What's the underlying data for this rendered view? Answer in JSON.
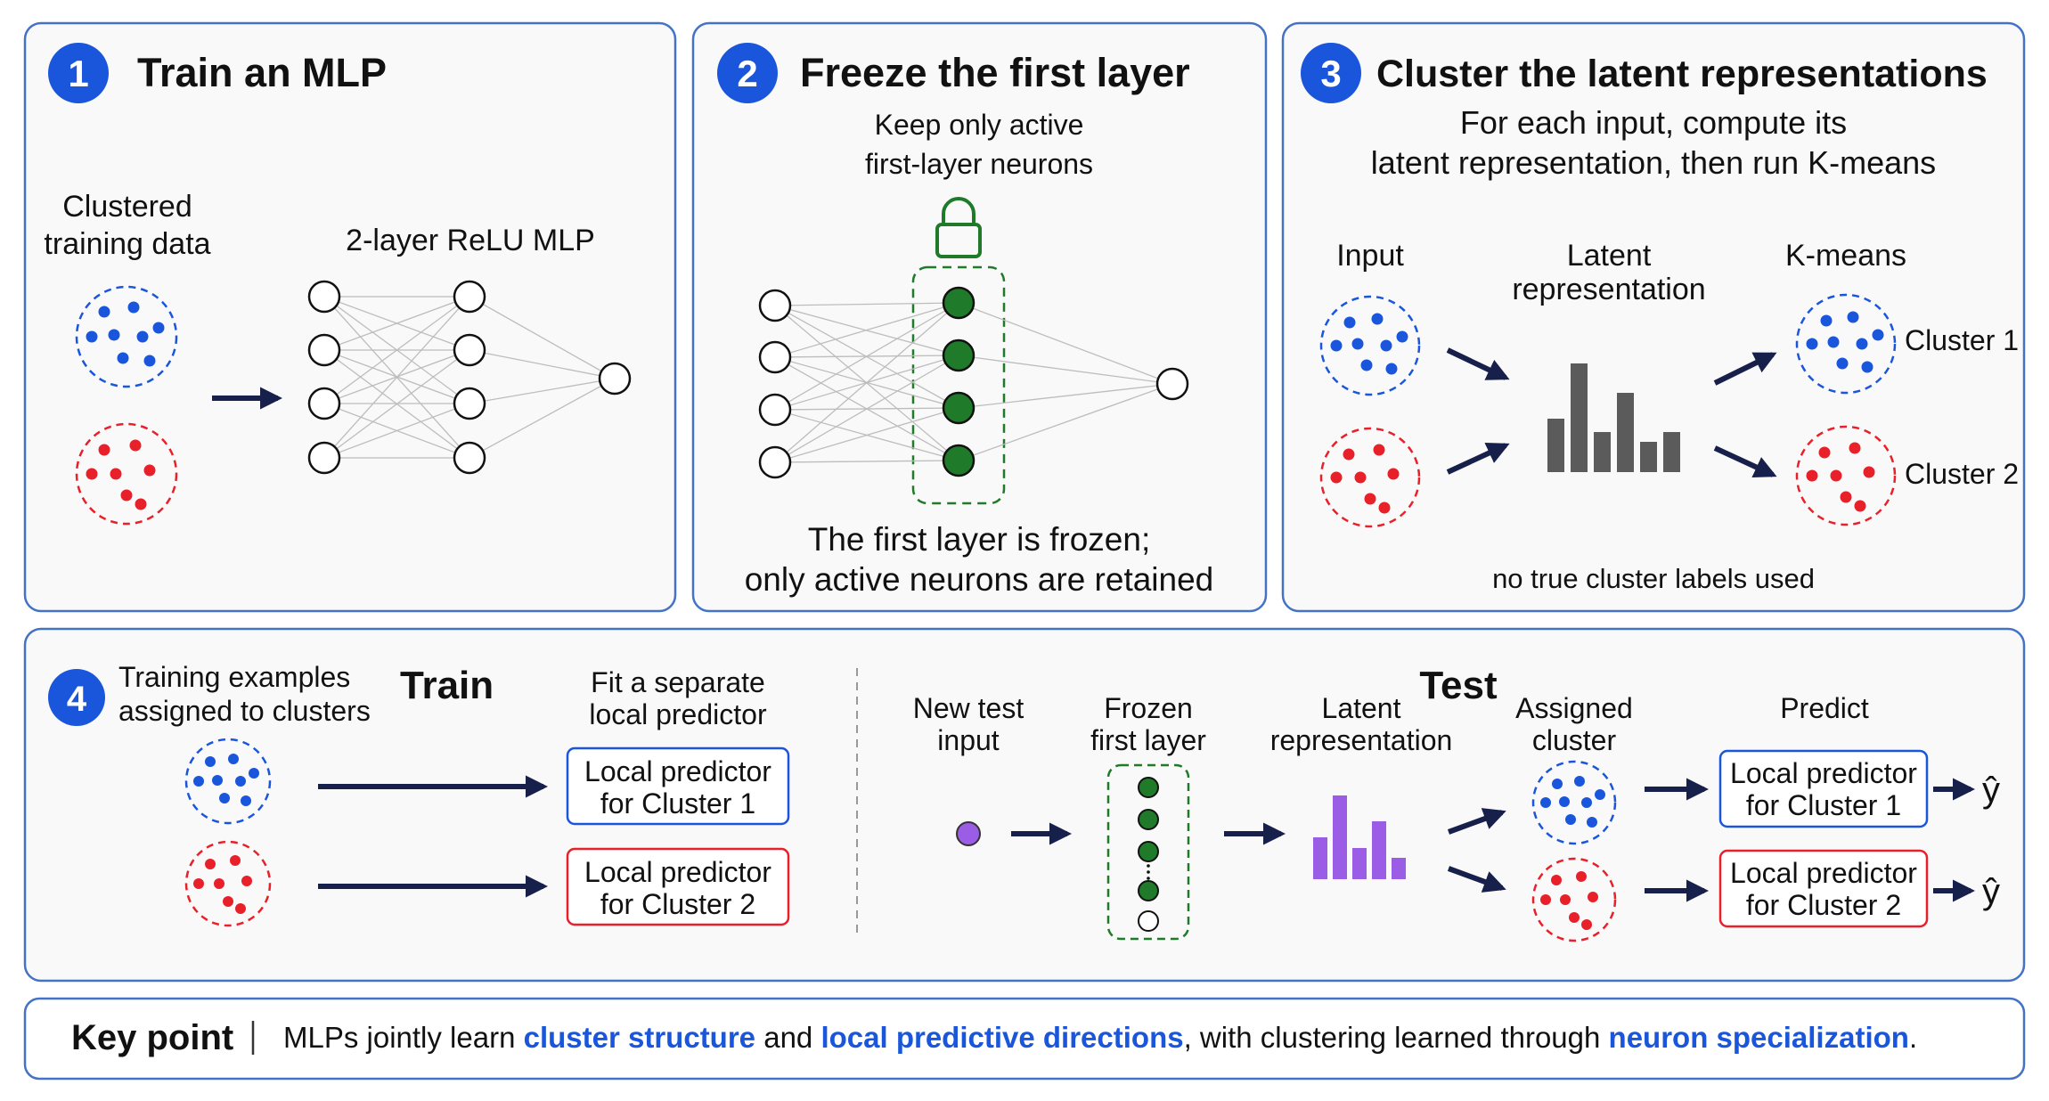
{
  "panel1": {
    "step_number": "1",
    "title": "Train an MLP",
    "data_label_line1": "Clustered",
    "data_label_line2": "training data",
    "mlp_label": "2-layer ReLU MLP"
  },
  "panel2": {
    "step_number": "2",
    "title": "Freeze the first layer",
    "subtitle_line1": "Keep only active",
    "subtitle_line2": "first-layer neurons",
    "caption_line1": "The first layer is frozen;",
    "caption_line2": "only active neurons are retained"
  },
  "panel3": {
    "step_number": "3",
    "title": "Cluster the latent representations",
    "subtitle_line1": "For each input, compute its",
    "subtitle_line2": "latent representation, then run K-means",
    "input_label": "Input",
    "latent_label_line1": "Latent",
    "latent_label_line2": "representation",
    "kmeans_label": "K-means",
    "cluster1_label": "Cluster 1",
    "cluster2_label": "Cluster 2",
    "footnote": "no true cluster labels used"
  },
  "panel4": {
    "step_number": "4",
    "train_header_line1": "Training examples",
    "train_header_line2": "assigned to clusters",
    "train_title": "Train",
    "fit_label_line1": "Fit a separate",
    "fit_label_line2": "local predictor",
    "local_pred1_line1": "Local predictor",
    "local_pred1_line2": "for Cluster 1",
    "local_pred2_line1": "Local predictor",
    "local_pred2_line2": "for Cluster 2",
    "test_title": "Test",
    "new_input_line1": "New test",
    "new_input_line2": "input",
    "frozen_line1": "Frozen",
    "frozen_line2": "first layer",
    "latent_line1": "Latent",
    "latent_line2": "representation",
    "assigned_line1": "Assigned",
    "assigned_line2": "cluster",
    "predict_label": "Predict",
    "output_symbol": "ŷ"
  },
  "keypoint": {
    "label": "Key point",
    "text_1": "MLPs jointly learn ",
    "highlight_1": "cluster structure",
    "text_2": " and ",
    "highlight_2": "local predictive directions",
    "text_3": ", with clustering learned through ",
    "highlight_3": "neuron specialization",
    "text_4": "."
  },
  "colors": {
    "panel_border": "#4472c4",
    "badge": "#1a56db",
    "cluster_blue": "#1a56db",
    "cluster_red": "#e8202a",
    "active_neuron": "#1f7a2a",
    "latent_bar_gray": "#5b5b5b",
    "latent_bar_purple": "#9b5de5",
    "arrow": "#17204a",
    "highlight_text": "#1a56db"
  },
  "icons": [
    "lock-icon",
    "arrow-icon",
    "neuron-node-icon"
  ]
}
